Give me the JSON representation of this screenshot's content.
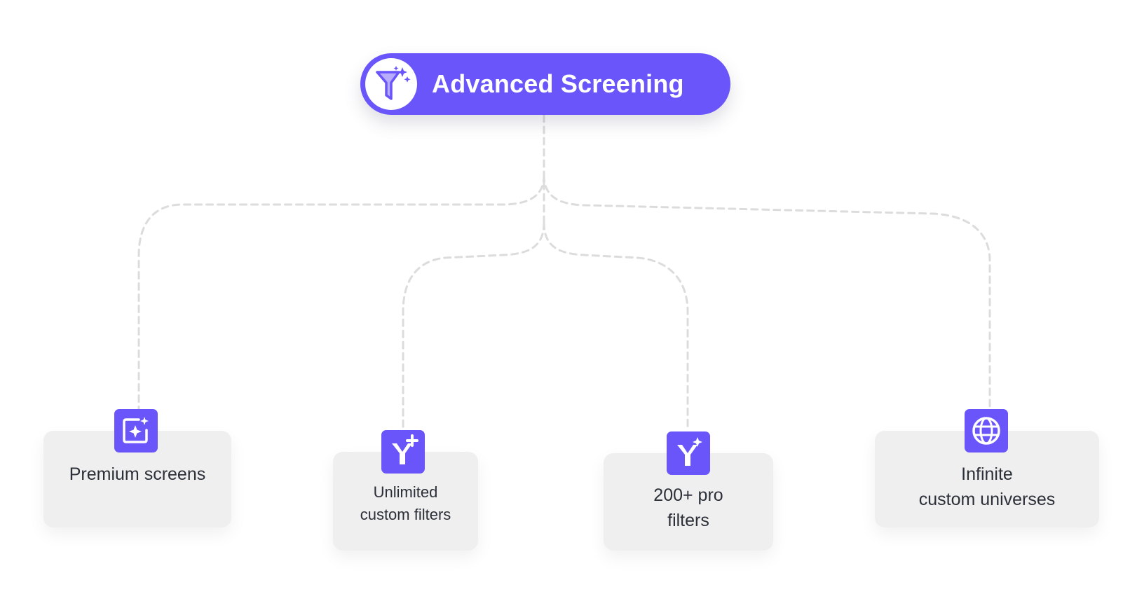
{
  "root": {
    "title": "Advanced Screening",
    "icon": "funnel-sparkle-icon"
  },
  "colors": {
    "accent": "#6a55fa",
    "card_background": "#efefef",
    "connector": "#dcdcdc",
    "text": "#2b2f38"
  },
  "children": [
    {
      "label": "Premium screens",
      "icon": "sparkle-screen-icon"
    },
    {
      "label": "Unlimited\ncustom filters",
      "icon": "filter-plus-icon"
    },
    {
      "label": "200+ pro\nfilters",
      "icon": "filter-sparkle-icon"
    },
    {
      "label": "Infinite\ncustom universes",
      "icon": "globe-icon"
    }
  ]
}
